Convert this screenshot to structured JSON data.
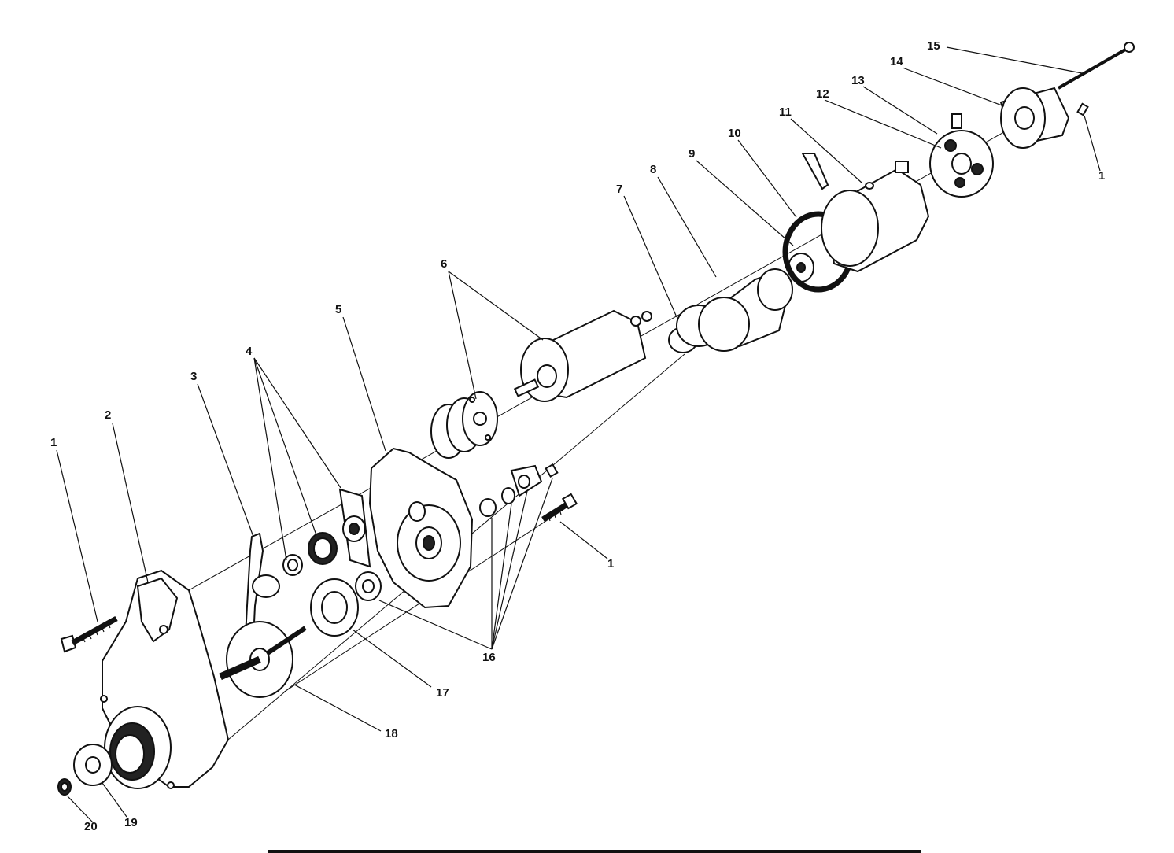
{
  "labels": {
    "l1a": "1",
    "l2": "2",
    "l3": "3",
    "l4": "4",
    "l5": "5",
    "l6": "6",
    "l7": "7",
    "l8": "8",
    "l9": "9",
    "l10": "10",
    "l11": "11",
    "l12": "12",
    "l13": "13",
    "l14": "14",
    "l15": "15",
    "l1b": "1",
    "l1c": "1",
    "l16": "16",
    "l17": "17",
    "l18": "18",
    "l19": "19",
    "l20": "20"
  }
}
